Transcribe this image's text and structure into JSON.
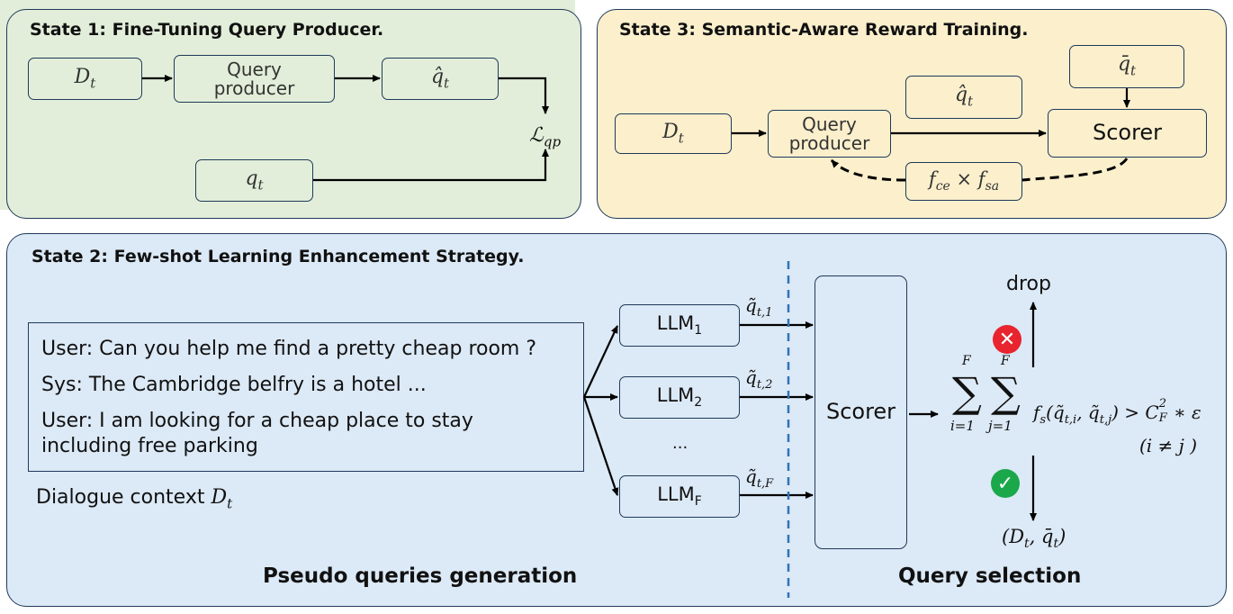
{
  "state1": {
    "title": "State 1: Fine-Tuning Query Producer.",
    "dt": "D",
    "dt_sub": "t",
    "query_producer_l1": "Query",
    "query_producer_l2": "producer",
    "qhat": "q̂",
    "qhat_sub": "t",
    "loss": "ℒ",
    "loss_sub": "qp",
    "qt": "q",
    "qt_sub": "t"
  },
  "state3": {
    "title": "State 3: Semantic-Aware Reward Training.",
    "dt": "D",
    "dt_sub": "t",
    "query_producer_l1": "Query",
    "query_producer_l2": "producer",
    "qhat": "q̂",
    "qhat_sub": "t",
    "qbar": "q̄",
    "qbar_sub": "t",
    "scorer": "Scorer",
    "reward": "f",
    "reward_sub1": "ce",
    "reward_times": " × ",
    "reward2": "f",
    "reward_sub2": "sa"
  },
  "state2": {
    "title": "State 2: Few-shot Learning Enhancement Strategy.",
    "dialogue": {
      "line1": "User: Can you help me find a pretty cheap room ?",
      "line2": "Sys: The Cambridge belfry is a hotel ...",
      "line3": "User: I am looking for a cheap place to stay",
      "line4": "including free parking"
    },
    "dialogue_caption": "Dialogue context ",
    "dialogue_caption_var": "D",
    "dialogue_caption_sub": "t",
    "llms": [
      {
        "label": "LLM",
        "sub": "1",
        "q": "q̃",
        "q_sub": "t,1"
      },
      {
        "label": "LLM",
        "sub": "2",
        "q": "q̃",
        "q_sub": "t,2"
      },
      {
        "label": "LLM",
        "sub": "F",
        "q": "q̃",
        "q_sub": "t,F"
      }
    ],
    "ellipsis": "...",
    "scorer": "Scorer",
    "drop": "drop",
    "keep_pair": "(D",
    "keep_pair_sub": "t",
    "keep_pair_mid": ", q̄",
    "keep_pair_sub2": "t",
    "keep_pair_end": ")",
    "sum_upper": "F",
    "sum_i": "i=1",
    "sum_j": "j=1",
    "sum_sign": "∑",
    "formula_f": "f",
    "formula_fs_sub": "s",
    "formula_args": "(q̃",
    "formula_arg1_sub": "t,i",
    "formula_comma": ", q̃",
    "formula_arg2_sub": "t,j",
    "formula_close": ") > C",
    "formula_c_sup": "2",
    "formula_c_sub": "F",
    "formula_tail": " ∗ ε",
    "condition": "(i ≠ j )",
    "caption_left": "Pseudo queries generation",
    "caption_right": "Query selection"
  },
  "colors": {
    "green_panel": "#e2eed9",
    "yellow_panel": "#fbefcc",
    "blue_panel": "#dce9f6",
    "border": "#1f3a5a",
    "drop_icon": "#e8242f",
    "keep_icon": "#1aa84a",
    "divider": "#2f73b8"
  },
  "icons": {
    "drop": "close-icon",
    "keep": "check-icon"
  }
}
